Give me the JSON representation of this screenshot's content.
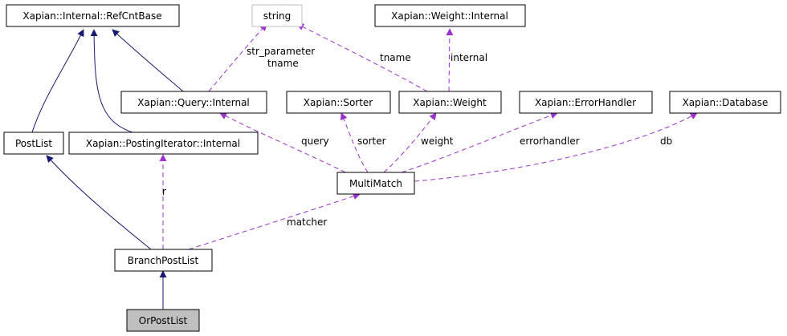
{
  "nodes": {
    "refcntbase": "Xapian::Internal::RefCntBase",
    "string": "string",
    "weight_internal": "Xapian::Weight::Internal",
    "query_internal": "Xapian::Query::Internal",
    "sorter": "Xapian::Sorter",
    "weight": "Xapian::Weight",
    "errorhandler": "Xapian::ErrorHandler",
    "database": "Xapian::Database",
    "postlist": "PostList",
    "postingiterator_internal": "Xapian::PostingIterator::Internal",
    "multimatch": "MultiMatch",
    "branchpostlist": "BranchPostList",
    "orpostlist": "OrPostList"
  },
  "edge_labels": {
    "str_parameter": "str_parameter",
    "tname_query": "tname",
    "tname_weight": "tname",
    "internal": "internal",
    "query": "query",
    "sorter": "sorter",
    "weight": "weight",
    "errorhandler": "errorhandler",
    "db": "db",
    "r": "r",
    "matcher": "matcher"
  },
  "colors": {
    "inheritance_edge": "#191970",
    "usage_edge": "#9a32cd",
    "highlight_fill": "#bfbfbf"
  }
}
